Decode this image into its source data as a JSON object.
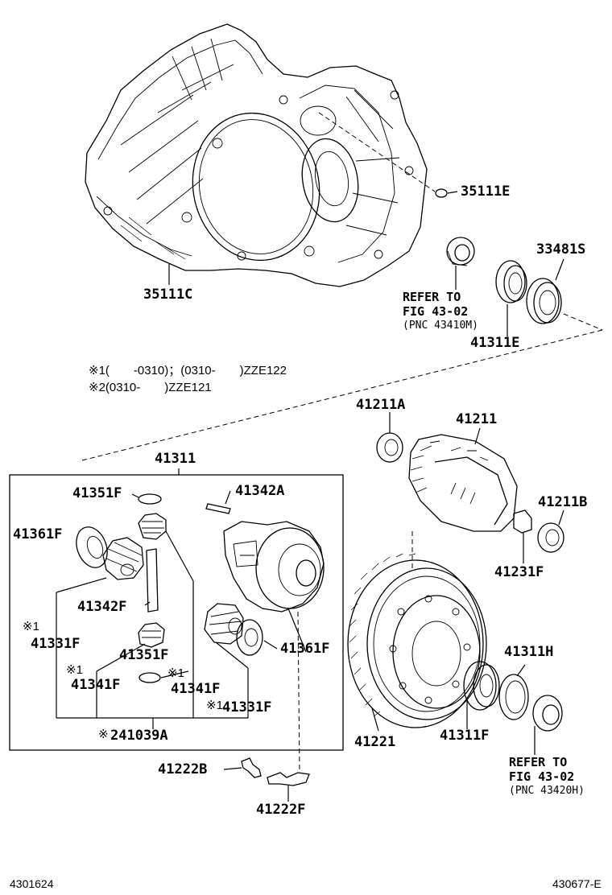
{
  "legend": [
    "※1(　　-0310)；(0310-　　)ZZE122",
    "※2(0310-　　)ZZE121"
  ],
  "parts": {
    "p35111E": "35111E",
    "p35111C": "35111C",
    "p33481S": "33481S",
    "p41311E": "41311E",
    "p41211A": "41211A",
    "p41211": "41211",
    "p41211B": "41211B",
    "p41231F": "41231F",
    "p41311": "41311",
    "p41351F_top": "41351F",
    "p41342A": "41342A",
    "p41361F_left": "41361F",
    "p41342F": "41342F",
    "p41331F_left": "41331F",
    "p41351F_mid": "41351F",
    "p41341F_left": "41341F",
    "p41341F_right": "41341F",
    "p41361F_right": "41361F",
    "p41331F_right": "41331F",
    "p41039A": "241039A",
    "p41311H": "41311H",
    "p41221": "41221",
    "p41311F": "41311F",
    "p41222B": "41222B",
    "p41222F": "41222F"
  },
  "marks": {
    "m1_a": "※1",
    "m1_b": "※1",
    "m1_c": "※1",
    "m1_d": "※1",
    "m2": "※"
  },
  "refs": {
    "upper": [
      "REFER TO",
      "FIG 43-02",
      "(PNC 43410M)"
    ],
    "lower": [
      "REFER TO",
      "FIG 43-02",
      "(PNC 43420H)"
    ]
  },
  "footer": {
    "left": "4301624",
    "right": "430677-E"
  }
}
